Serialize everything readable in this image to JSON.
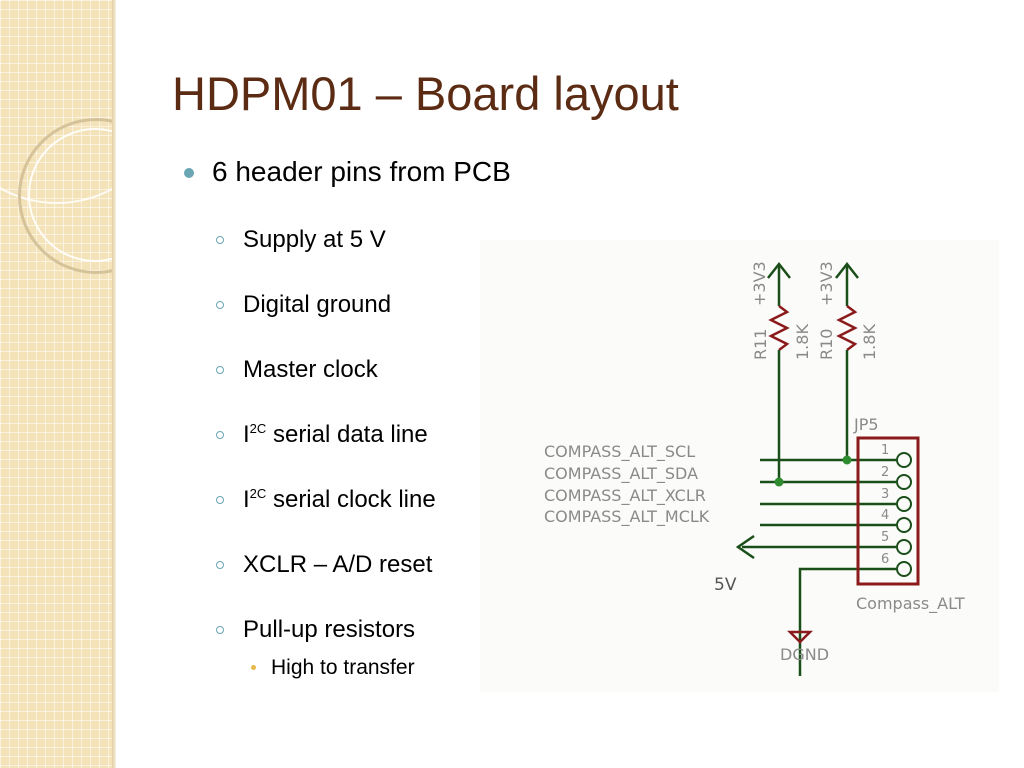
{
  "slide": {
    "title": "HDPM01 – Board layout",
    "bullet_main": "6 header pins from PCB",
    "sub_bullets": [
      {
        "text": "Supply at 5 V"
      },
      {
        "text": "Digital ground"
      },
      {
        "text": "Master clock"
      },
      {
        "prefix": "I",
        "sup": "2C",
        "text": "serial data line"
      },
      {
        "prefix": "I",
        "sup": "2C",
        "text": "serial clock line"
      },
      {
        "text": "XCLR – A/D reset"
      },
      {
        "text": "Pull-up resistors"
      }
    ],
    "sub_sub_bullet": "High to transfer"
  },
  "schematic": {
    "supply_label_1": "+3V3",
    "supply_label_2": "+3V3",
    "resistor_1_name": "R11",
    "resistor_1_value": "1.8K",
    "resistor_2_name": "R10",
    "resistor_2_value": "1.8K",
    "connector_name": "JP5",
    "connector_part": "Compass_ALT",
    "signals": [
      "COMPASS_ALT_SCL",
      "COMPASS_ALT_SDA",
      "COMPASS_ALT_XCLR",
      "COMPASS_ALT_MCLK"
    ],
    "pins": [
      "1",
      "2",
      "3",
      "4",
      "5",
      "6"
    ],
    "supply_5v": "5V",
    "ground_label": "DGND",
    "colors": {
      "wire": "#1a4f1a",
      "connector": "#8b1a1a",
      "text": "#8a8a8a",
      "title": "#5b2b13",
      "bullet": "#6aa6b3"
    }
  }
}
